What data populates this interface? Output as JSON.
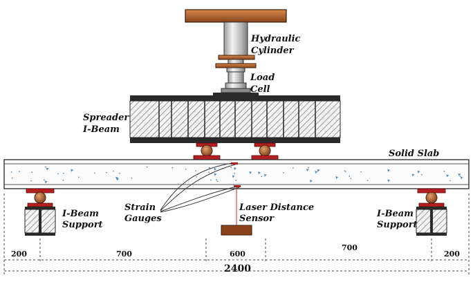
{
  "labels": {
    "hydraulic_cylinder": [
      "Hydraulic",
      "Cylinder"
    ],
    "load_cell": [
      "Load",
      "Cell"
    ],
    "spreader_beam": [
      "Spreader",
      "I-Beam"
    ],
    "solid_slab": "Solid Slab",
    "support_left": [
      "I-Beam",
      "Support"
    ],
    "support_right": [
      "I-Beam",
      "Support"
    ],
    "strain_gauges": [
      "Strain",
      "Gauges"
    ],
    "laser_sensor": [
      "Laser Distance",
      "Sensor"
    ]
  },
  "dimensions": {
    "segments": [
      "200",
      "700",
      "600",
      "700",
      "200"
    ],
    "total": "2400"
  },
  "colors": {
    "steel_plate": "#b8652a",
    "steel_plate_dark": "#5a2d12",
    "support_red": "#b51f1f",
    "bearing_ball": "#b46a3a",
    "cylinder_grey": "#cfcfcf",
    "hatch": "#444444"
  }
}
